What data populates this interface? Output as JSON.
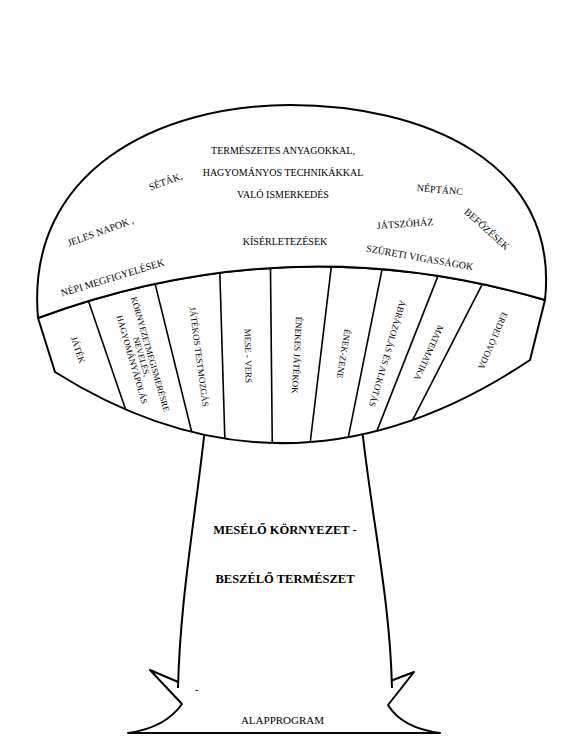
{
  "diagram": {
    "nodes": [
      {
        "text": [
          "TERMÉSZETES ANYAGOKKAL, HAGYOMÁNYOS TECHNIKÁKKAL VALÓ ISMERKEDÉS",
          "SÉTÁK,",
          "NÉPTÁNC",
          "JELES NAPOK ,",
          "JÁTSZÓHÁZ",
          "BEFŐZÉSEK",
          "KÍSÉRLETEZÉSEK",
          "SZÜRETI VIGASSÁGOK",
          "NÉPI MEGFIGYELÉSEK"
        ]
      },
      {
        "text": [
          "JÁTÉK"
        ],
        "in": 0
      },
      {
        "text": [
          "KÖRNYEZETMEGISMERÉSRE NEVELÉS, HAGYOMÁNYÁPOLÁS"
        ],
        "in": 0
      },
      {
        "text": [
          "JÁTÉKOS TESTMOZGÁS"
        ],
        "in": 0
      },
      {
        "text": [
          "MESE - VERS"
        ],
        "in": 0
      },
      {
        "text": [
          "ÉNEKES JÁTÉKOK"
        ],
        "in": 0
      },
      {
        "text": [
          "ÉNEK-ZENE"
        ],
        "in": 0
      },
      {
        "text": [
          "ÁBRÁZOLÁS ÉS ALKOTÁS"
        ],
        "in": 0
      },
      {
        "text": [
          "MATEMATIKA"
        ],
        "in": 0
      },
      {
        "text": [
          "ERDEI ÓVODA"
        ],
        "in": 0
      },
      {
        "text": [
          "MESÉLŐ KÖRNYEZET - BESZÉLŐ TERMÉSZET"
        ]
      },
      {
        "text": [
          "ALAPPROGRAM"
        ]
      }
    ]
  }
}
